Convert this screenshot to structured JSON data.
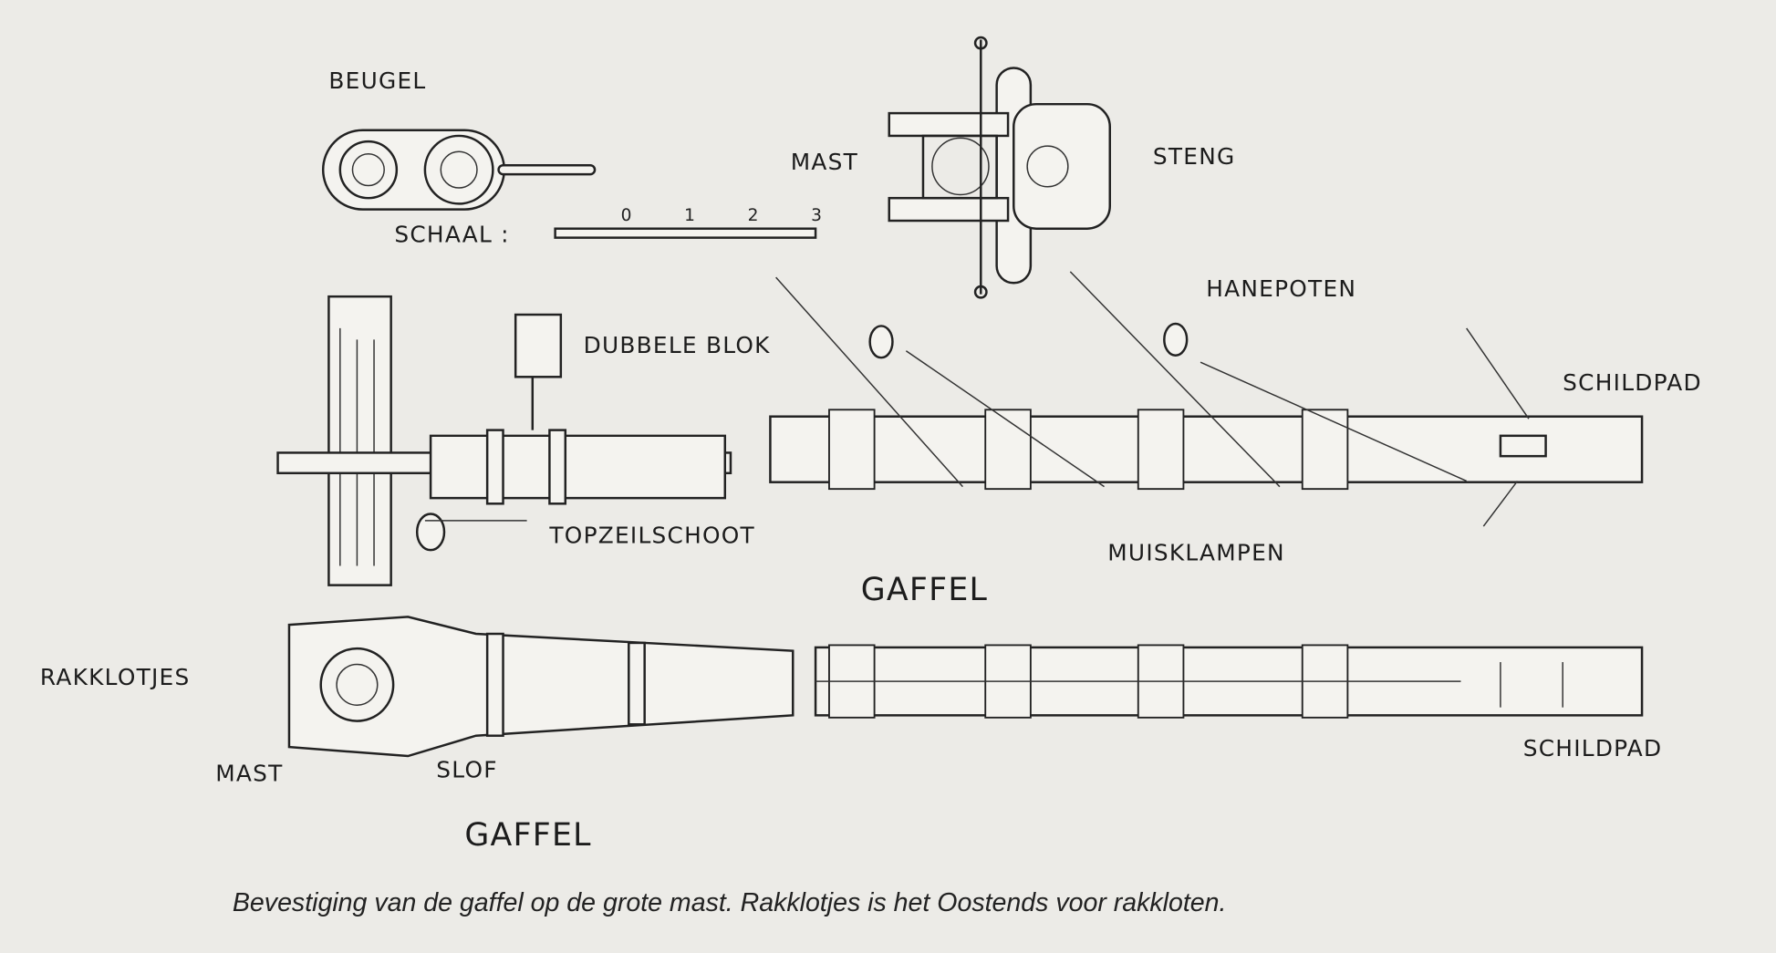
{
  "labels": {
    "beugel": "BEUGEL",
    "schaal": "SCHAAL :",
    "mast_top": "MAST",
    "steng": "STENG",
    "hanepoten": "HANEPOTEN",
    "dubbele_blok": "DUBBELE BLOK",
    "schildpad_top": "SCHILDPAD",
    "topzeilschoot": "TOPZEILSCHOOT",
    "muisklampen": "MUISKLAMPEN",
    "gaffel_mid": "GAFFEL",
    "rakklotjes": "RAKKLOTJES",
    "mast_bottom": "MAST",
    "slof": "SLOF",
    "gaffel_bottom": "GAFFEL",
    "schildpad_bottom": "SCHILDPAD"
  },
  "scale_ticks": [
    "0",
    "1",
    "2",
    "3"
  ],
  "caption": "Bevestiging van de gaffel op de grote mast. Rakklotjes is het Oostends voor rakkloten."
}
